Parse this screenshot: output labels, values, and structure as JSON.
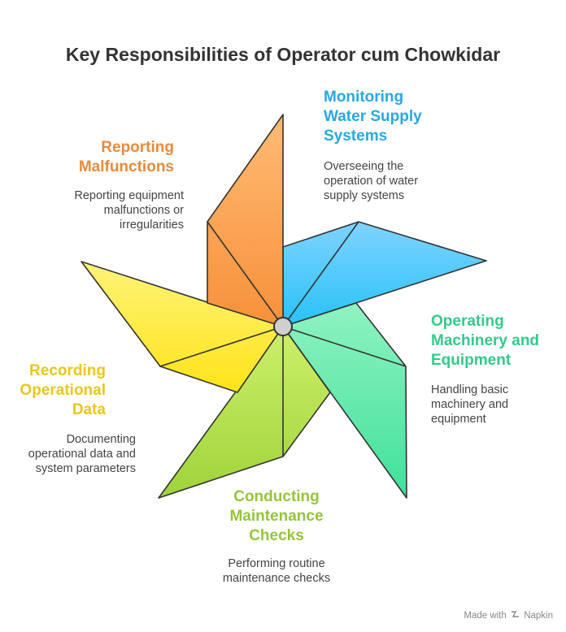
{
  "title": "Key Responsibilities of Operator cum Chowkidar",
  "footer": {
    "prefix": "Made with",
    "brand": "Napkin"
  },
  "items": [
    {
      "heading_lines": [
        "Monitoring",
        "Water Supply",
        "Systems"
      ],
      "desc_lines": [
        "Overseeing the",
        "operation of water",
        "supply systems"
      ],
      "color": "#29a8e0"
    },
    {
      "heading_lines": [
        "Operating",
        "Machinery and",
        "Equipment"
      ],
      "desc_lines": [
        "Handling basic",
        "machinery and",
        "equipment"
      ],
      "color": "#35c98a"
    },
    {
      "heading_lines": [
        "Conducting",
        "Maintenance",
        "Checks"
      ],
      "desc_lines": [
        "Performing routine",
        "maintenance checks"
      ],
      "color": "#96c43c"
    },
    {
      "heading_lines": [
        "Recording",
        "Operational",
        "Data"
      ],
      "desc_lines": [
        "Documenting",
        "operational data and",
        "system parameters"
      ],
      "color": "#e9c71a"
    },
    {
      "heading_lines": [
        "Reporting",
        "Malfunctions"
      ],
      "desc_lines": [
        "Reporting equipment",
        "malfunctions or",
        "irregularities"
      ],
      "color": "#e88a3a"
    }
  ]
}
